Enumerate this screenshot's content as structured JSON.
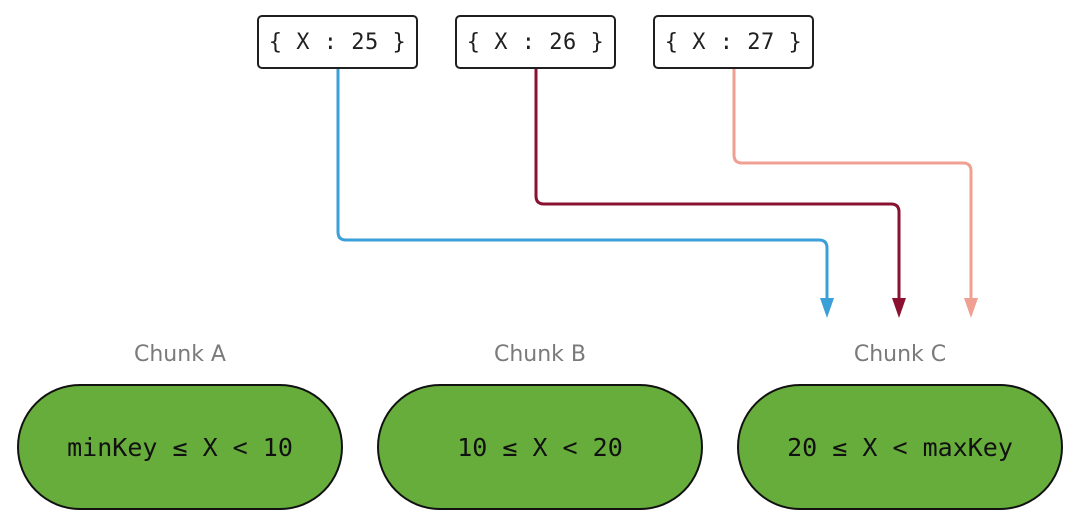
{
  "documents": [
    {
      "text": "{ X : 25 }",
      "arrow_color": "#3ca0d8"
    },
    {
      "text": "{ X : 26 }",
      "arrow_color": "#8a1230"
    },
    {
      "text": "{ X : 27 }",
      "arrow_color": "#f0a092"
    }
  ],
  "chunks": [
    {
      "label": "Chunk A",
      "rule": "minKey ≤ X < 10"
    },
    {
      "label": "Chunk B",
      "rule": "10 ≤ X < 20"
    },
    {
      "label": "Chunk C",
      "rule": "20 ≤ X < maxKey"
    }
  ],
  "colors": {
    "chunk_fill": "#67ad3b",
    "chunk_border": "#111111",
    "box_border": "#1f1f1f"
  }
}
